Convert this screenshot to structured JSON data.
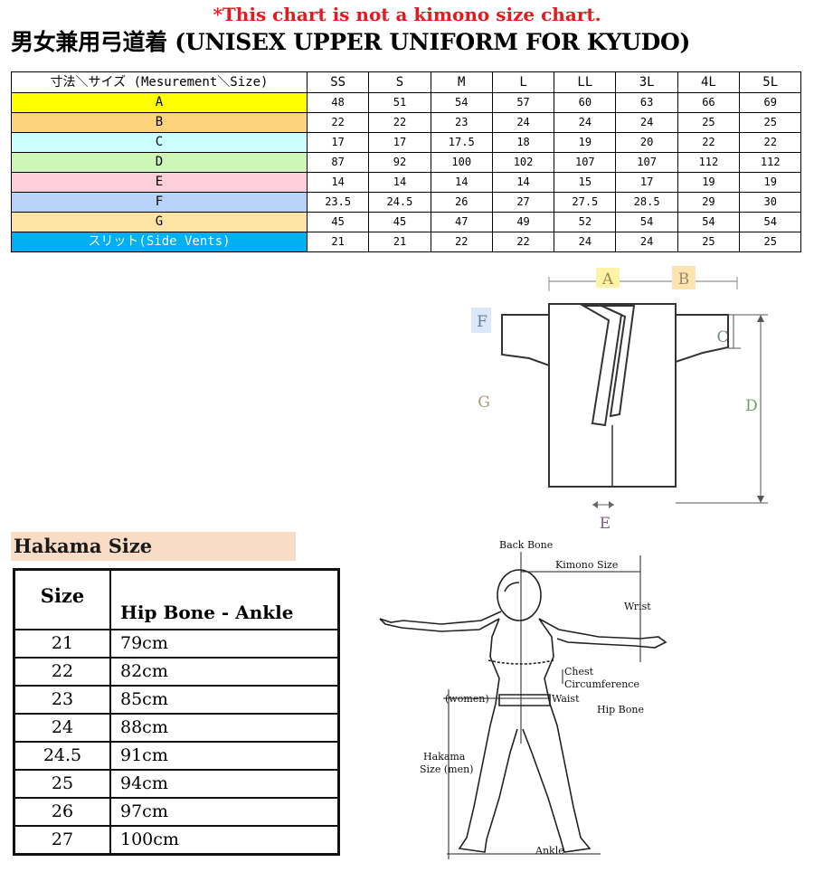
{
  "notice": "*This chart is not a kimono size chart.",
  "title": "男女兼用弓道着 (UNISEX UPPER UNIFORM FOR KYUDO)",
  "size_table": {
    "header_label": "寸法＼サイズ (Mesurement＼Size)",
    "sizes": [
      "SS",
      "S",
      "M",
      "L",
      "LL",
      "3L",
      "4L",
      "5L"
    ],
    "rows": [
      {
        "label": "A",
        "color": "#ffff00",
        "values": [
          "48",
          "51",
          "54",
          "57",
          "60",
          "63",
          "66",
          "69"
        ]
      },
      {
        "label": "B",
        "color": "#fdd47c",
        "values": [
          "22",
          "22",
          "23",
          "24",
          "24",
          "24",
          "25",
          "25"
        ]
      },
      {
        "label": "C",
        "color": "#ccffff",
        "values": [
          "17",
          "17",
          "17.5",
          "18",
          "19",
          "20",
          "22",
          "22"
        ]
      },
      {
        "label": "D",
        "color": "#cdf7b7",
        "values": [
          "87",
          "92",
          "100",
          "102",
          "107",
          "107",
          "112",
          "112"
        ]
      },
      {
        "label": "E",
        "color": "#fccfdb",
        "values": [
          "14",
          "14",
          "14",
          "14",
          "15",
          "17",
          "19",
          "19"
        ]
      },
      {
        "label": "F",
        "color": "#b7d3f8",
        "values": [
          "23.5",
          "24.5",
          "26",
          "27",
          "27.5",
          "28.5",
          "29",
          "30"
        ]
      },
      {
        "label": "G",
        "color": "#fde4a4",
        "values": [
          "45",
          "45",
          "47",
          "49",
          "52",
          "54",
          "54",
          "54"
        ]
      },
      {
        "label": "スリット(Side Vents)",
        "color": "#00b0f0",
        "label_color": "#ffffff",
        "values": [
          "21",
          "21",
          "22",
          "22",
          "24",
          "24",
          "25",
          "25"
        ]
      }
    ]
  },
  "garment_diagram": {
    "labels": {
      "A": "A",
      "B": "B",
      "C": "C",
      "D": "D",
      "E": "E",
      "F": "F",
      "G": "G"
    },
    "label_bg": {
      "A": "#fff3a6",
      "B": "#fde3b0",
      "F": "#dbe8fb"
    },
    "label_colors": {
      "A": "#9a8a4a",
      "B": "#9a8a6a",
      "C": "#6c8a8a",
      "D": "#7a9a6a",
      "E": "#8a5a7a",
      "F": "#6a7a9a",
      "G": "#a89a6a"
    }
  },
  "hakama": {
    "title": "Hakama Size",
    "header_size": "Size",
    "header_length": "Hip Bone - Ankle",
    "rows": [
      {
        "size": "21",
        "length": "79cm"
      },
      {
        "size": "22",
        "length": "82cm"
      },
      {
        "size": "23",
        "length": "85cm"
      },
      {
        "size": "24",
        "length": "88cm"
      },
      {
        "size": "24.5",
        "length": "91cm"
      },
      {
        "size": "25",
        "length": "94cm"
      },
      {
        "size": "26",
        "length": "97cm"
      },
      {
        "size": "27",
        "length": "100cm"
      }
    ]
  },
  "body_diagram": {
    "back_bone": "Back Bone",
    "kimono_size": "Kimono Size",
    "wrist": "Wrist",
    "chest_1": "Chest",
    "chest_2": "Circumference",
    "women": "(women)",
    "waist": "Waist",
    "hip_bone": "Hip Bone",
    "hakama_1": "Hakama",
    "hakama_2": "Size (men)",
    "ankle": "Ankle"
  }
}
